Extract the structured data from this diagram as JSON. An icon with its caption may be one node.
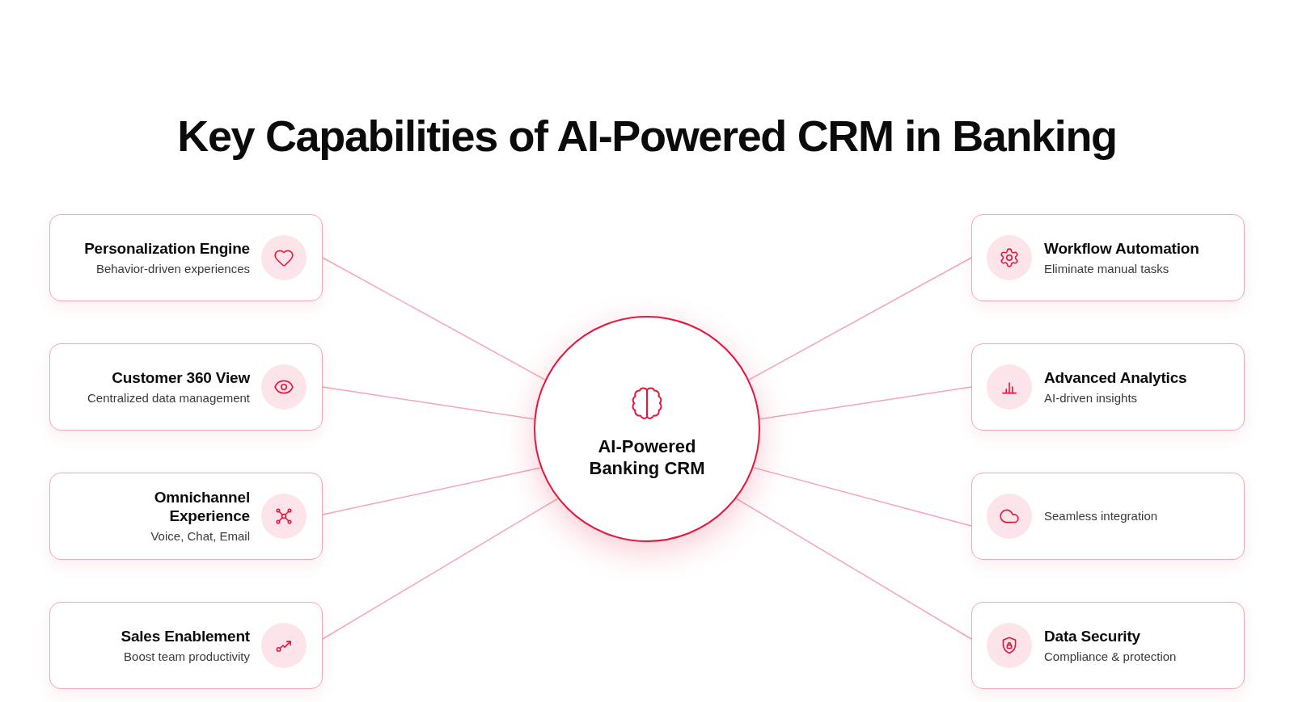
{
  "diagram": {
    "title": "Key Capabilities of AI-Powered **CRM in Banking**",
    "nodes": [
      {
        "text": [
          "Personalization Engine",
          "Behavior-driven experiences"
        ]
      },
      {
        "text": [
          "Customer 360 View",
          "Centralized data management"
        ]
      },
      {
        "text": [
          "Omnichannel Experience",
          "Voice, Chat, Email"
        ]
      },
      {
        "text": [
          "Sales Enablement",
          "Boost team productivity"
        ]
      },
      {
        "text": [
          "AI-Powered Banking CRM"
        ]
      },
      {
        "text": [
          "Workflow Automation",
          "Eliminate manual tasks"
        ]
      },
      {
        "text": [
          "Advanced Analytics",
          "AI-driven insights"
        ]
      },
      {
        "text": [
          "Seamless integration"
        ]
      },
      {
        "text": [
          "Data Security",
          "Compliance & protection"
        ]
      }
    ],
    "edges": [
      {
        "from": 4,
        "to": 0,
        "arrow": "none"
      },
      {
        "from": 4,
        "to": 1,
        "arrow": "none"
      },
      {
        "from": 4,
        "to": 2,
        "arrow": "none"
      },
      {
        "from": 4,
        "to": 3,
        "arrow": "none"
      },
      {
        "from": 4,
        "to": 5,
        "arrow": "none"
      },
      {
        "from": 4,
        "to": 6,
        "arrow": "none"
      },
      {
        "from": 4,
        "to": 7,
        "arrow": "none"
      },
      {
        "from": 4,
        "to": 8,
        "arrow": "none"
      }
    ]
  }
}
